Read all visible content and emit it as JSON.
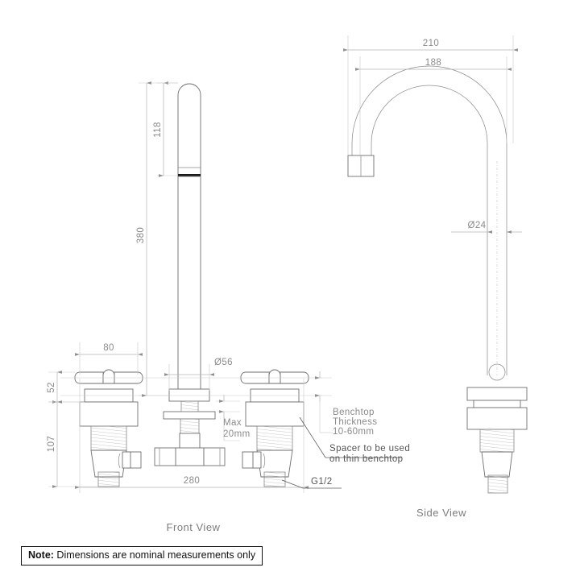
{
  "drawing": {
    "title_note_prefix": "Note:",
    "title_note_text": " Dimensions are nominal measurements only",
    "views": {
      "front_label": "Front View",
      "side_label": "Side View"
    },
    "dimensions": {
      "front_spout_upper": "118",
      "front_spout_total": "380",
      "front_handle_spread": "80",
      "front_overall_width": "280",
      "front_flange_dia": "Ø56",
      "front_handle_height": "52",
      "front_body_height": "107",
      "side_reach_outer": "210",
      "side_reach_inner": "188",
      "side_tube_dia": "Ø24"
    },
    "annotations": {
      "max_thickness": "Max\n20mm",
      "max_thickness_line1": "Max",
      "max_thickness_line2": "20mm",
      "benchtop_line1": "Benchtop",
      "benchtop_line2": "Thickness",
      "benchtop_line3": "10-60mm",
      "spacer_line1": "Spacer to be used",
      "spacer_line2": "on thin benchtop",
      "thread_spec": "G1/2"
    },
    "colors": {
      "line": "#6e6e6e",
      "dim": "#b4b4b4",
      "text": "#8a8a8a",
      "note_border": "#111111",
      "background": "#ffffff"
    }
  }
}
